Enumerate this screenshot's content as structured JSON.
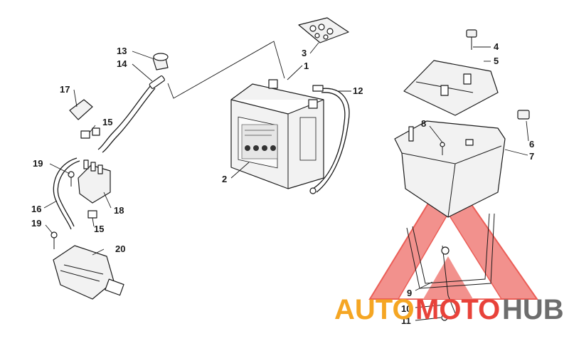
{
  "callouts": {
    "c1": "1",
    "c2": "2",
    "c3": "3",
    "c4": "4",
    "c5": "5",
    "c6": "6",
    "c7": "7",
    "c8": "8",
    "c9": "9",
    "c10": "10",
    "c11": "11",
    "c12": "12",
    "c13": "13",
    "c14": "14",
    "c15a": "15",
    "c15b": "15",
    "c16": "16",
    "c17": "17",
    "c18": "18",
    "c19a": "19",
    "c19b": "19",
    "c20": "20"
  },
  "watermark": {
    "part1": "AUTO",
    "part2": "MOTO",
    "part3": "HUB",
    "colors": {
      "orange": "#f5a623",
      "red": "#e8423a",
      "gray": "#6d6d6d"
    }
  }
}
